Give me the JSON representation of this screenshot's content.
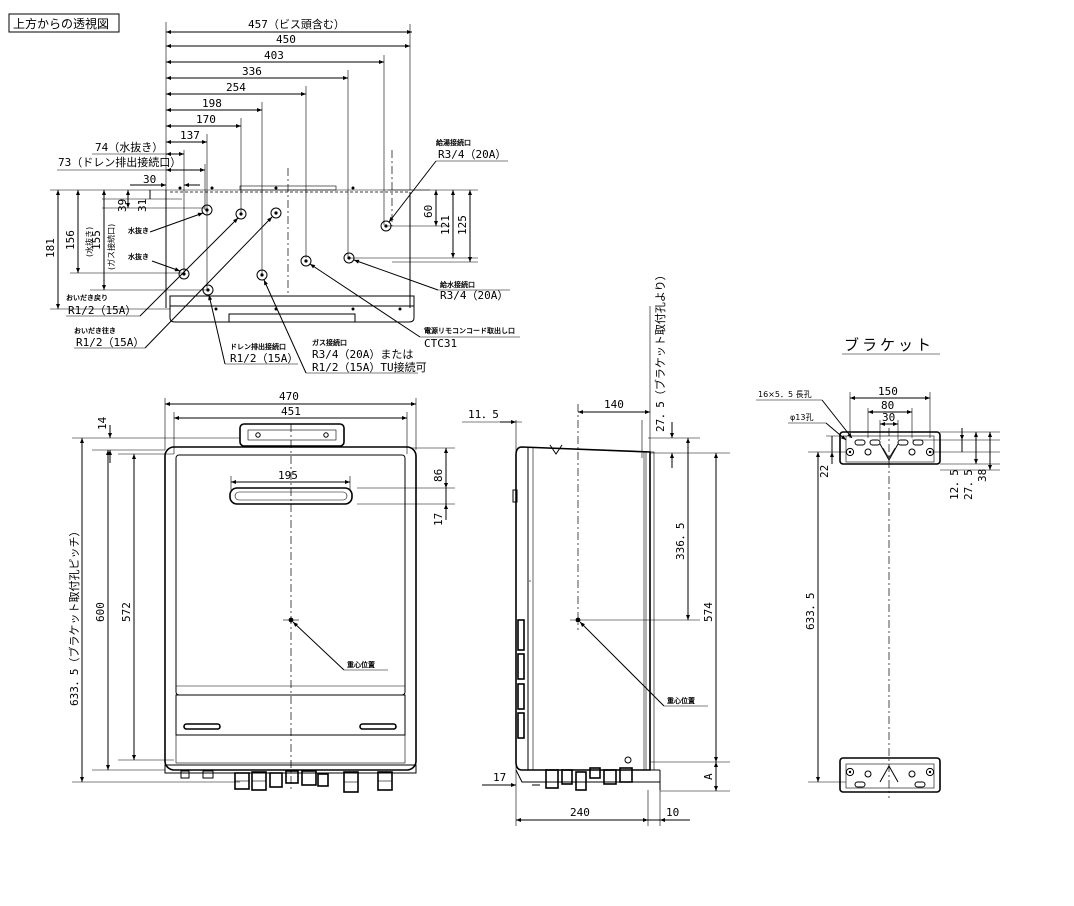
{
  "labels": {
    "top_view_title": "上方からの透視図",
    "bracket_title": "ブラケット"
  },
  "top_dims": {
    "d457": "457（ビス頭含む）",
    "d450": "450",
    "d403": "403",
    "d336": "336",
    "d254": "254",
    "d198": "198",
    "d170": "170",
    "d137": "137",
    "d74": "74（水抜き）",
    "d73": "73（ドレン排出接続口）",
    "d30": "30",
    "d39": "39",
    "d31": "31",
    "d181": "181",
    "d156": "156",
    "d156_note": "(水抜き)",
    "d155": "155",
    "d155_note": "(ガス接続口)",
    "d60": "60",
    "d121": "121",
    "d125": "125"
  },
  "callouts": {
    "hot_supply": "給湯接続口",
    "hot_supply_size": "R3/4（20A）",
    "water_supply": "給水接続口",
    "water_supply_size": "R3/4（20A）",
    "drain1": "水抜き",
    "drain2": "水抜き",
    "oidaki_return": "おいだき戻り",
    "oidaki_return_size": "R1/2（15A）",
    "oidaki_out": "おいだき往き",
    "oidaki_out_size": "R1/2（15A）",
    "drain_out": "ドレン排出接続口",
    "drain_out_size": "R1/2（15A）",
    "gas": "ガス接続口",
    "gas_size1": "R3/4（20A）または",
    "gas_size2": "R1/2（15A）TU接続可",
    "remote": "電源リモコンコード取出し口",
    "remote_code": "CTC31",
    "cog_front": "重心位置",
    "cog_side": "重心位置"
  },
  "front_dims": {
    "d470": "470",
    "d451": "451",
    "d195": "195",
    "d14": "14",
    "d86": "86",
    "d17": "17",
    "d600": "600",
    "d572": "572",
    "d6335": "633．5（ブラケット取付孔ピッチ）"
  },
  "side_dims": {
    "d115": "11．5",
    "d140": "140",
    "d275": "27．5（ブラケット取付孔より）",
    "d3365": "336．5",
    "d574": "574",
    "dA": "A",
    "d17": "17",
    "d240": "240",
    "d10": "10"
  },
  "bracket_dims": {
    "slot": "16×5．5 長孔",
    "hole": "φ13孔",
    "d150": "150",
    "d80": "80",
    "d30": "30",
    "d22": "22",
    "d125": "12．5",
    "d275": "27．5",
    "d38": "38",
    "d6335": "633．5"
  }
}
